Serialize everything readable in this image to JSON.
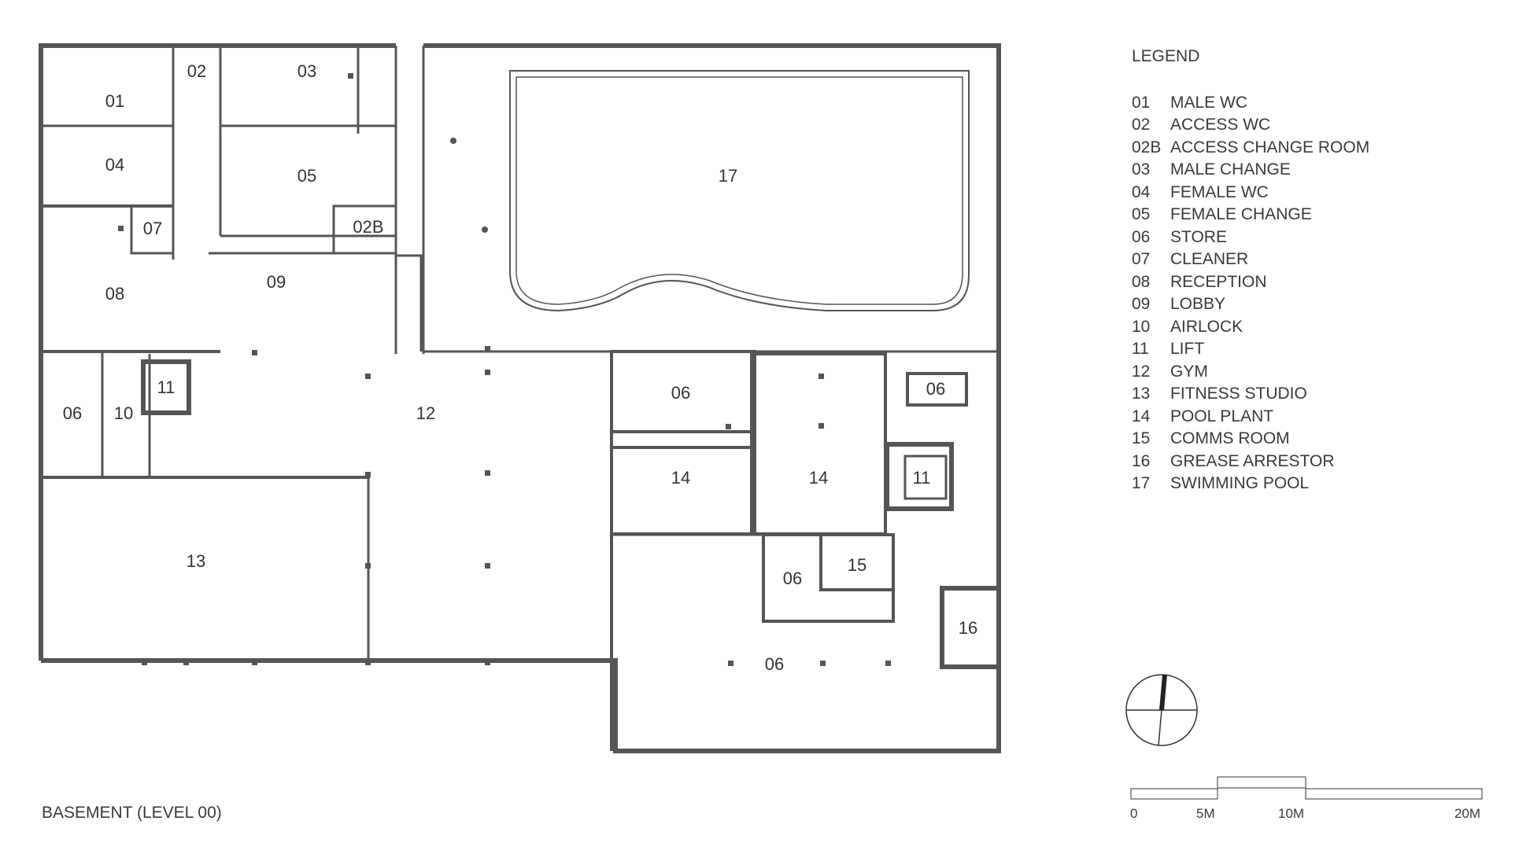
{
  "plan_title": "BASEMENT (LEVEL 00)",
  "legend": {
    "title": "LEGEND",
    "items": [
      {
        "code": "01",
        "name": "MALE WC"
      },
      {
        "code": "02",
        "name": "ACCESS WC"
      },
      {
        "code": "02B",
        "name": "ACCESS CHANGE ROOM"
      },
      {
        "code": "03",
        "name": "MALE CHANGE"
      },
      {
        "code": "04",
        "name": "FEMALE WC"
      },
      {
        "code": "05",
        "name": "FEMALE CHANGE"
      },
      {
        "code": "06",
        "name": "STORE"
      },
      {
        "code": "07",
        "name": "CLEANER"
      },
      {
        "code": "08",
        "name": "RECEPTION"
      },
      {
        "code": "09",
        "name": "LOBBY"
      },
      {
        "code": "10",
        "name": "AIRLOCK"
      },
      {
        "code": "11",
        "name": "LIFT"
      },
      {
        "code": "12",
        "name": "GYM"
      },
      {
        "code": "13",
        "name": "FITNESS STUDIO"
      },
      {
        "code": "14",
        "name": "POOL PLANT"
      },
      {
        "code": "15",
        "name": "COMMS ROOM"
      },
      {
        "code": "16",
        "name": "GREASE ARRESTOR"
      },
      {
        "code": "17",
        "name": "SWIMMING POOL"
      }
    ]
  },
  "room_tags": {
    "r01": "01",
    "r02": "02",
    "r03": "03",
    "r04": "04",
    "r05": "05",
    "r02b": "02B",
    "r07": "07",
    "r08": "08",
    "r09": "09",
    "r17": "17",
    "r11a": "11",
    "r06a": "06",
    "r10": "10",
    "r12": "12",
    "r06b": "06",
    "r06c": "06",
    "r14a": "14",
    "r14b": "14",
    "r11b": "11",
    "r13": "13",
    "r06d": "06",
    "r15": "15",
    "r16": "16",
    "r06e": "06"
  },
  "scale_bar": {
    "labels": [
      "0",
      "5M",
      "10M",
      "20M"
    ]
  }
}
